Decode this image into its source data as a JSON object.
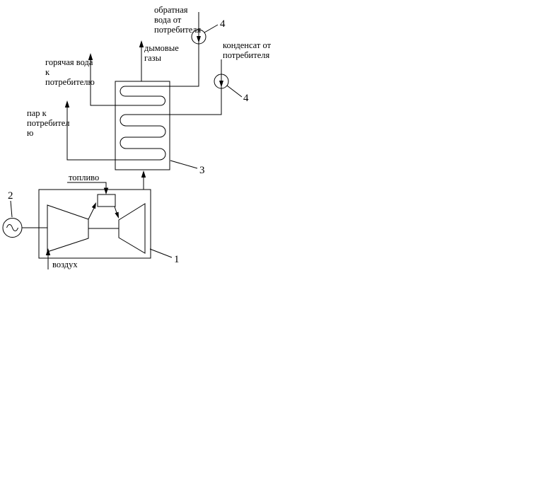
{
  "colors": {
    "line": "#000000",
    "background": "#ffffff",
    "text": "#000000"
  },
  "labels": {
    "return_water": {
      "line1": "обратная",
      "line2": "вода от",
      "line3": "потребителя"
    },
    "flue_gases": {
      "line1": "дымовые",
      "line2": "газы"
    },
    "condensate": {
      "line1": "конденсат от",
      "line2": "потребителя"
    },
    "hot_water": {
      "line1": "горячая вода",
      "line2": "к",
      "line3": "потребителю"
    },
    "steam": {
      "line1": "пар к",
      "line2": "потребител",
      "line3": "ю"
    },
    "fuel": "топливо",
    "air": "воздух"
  },
  "callouts": {
    "gas_turbine_unit": "1",
    "generator": "2",
    "waste_heat_boiler": "3",
    "pump_return_water": "4",
    "pump_condensate": "4"
  }
}
